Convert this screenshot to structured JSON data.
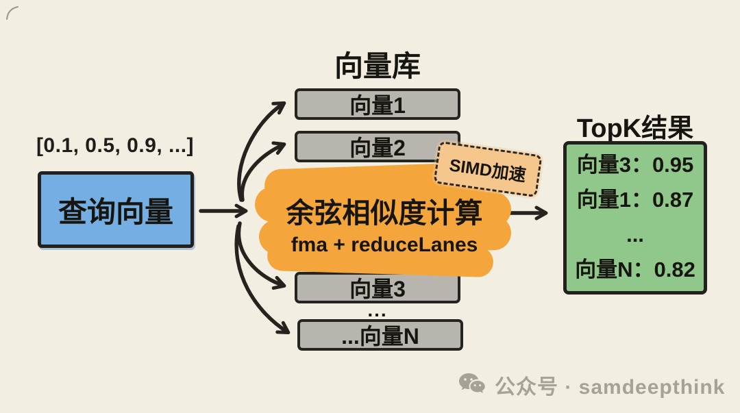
{
  "palette": {
    "background": "#F2EFE2",
    "ink": "#26231E",
    "query_blue": "#74AEE3",
    "library_gray": "#B8B5AF",
    "compute_orange": "#F4A53C",
    "badge_tan": "#F6C78D",
    "result_green": "#90C88B",
    "watermark_gray": "#A6A296"
  },
  "query": {
    "vector_values": "[0.1, 0.5, 0.9, ...]",
    "label": "查询向量"
  },
  "library": {
    "title": "向量库",
    "items": [
      "向量1",
      "向量2",
      "向量3",
      "...向量N"
    ],
    "ellipsis": "..."
  },
  "compute": {
    "title": "余弦相似度计算",
    "subtitle": "fma + reduceLanes",
    "badge": "SIMD加速"
  },
  "results": {
    "title": "TopK结果",
    "rows": [
      "向量3：0.95",
      "向量1：0.87",
      "...",
      "向量N：0.82"
    ]
  },
  "watermark": {
    "icon": "wechat-bubbles",
    "text": "公众号 · samdeepthink"
  }
}
